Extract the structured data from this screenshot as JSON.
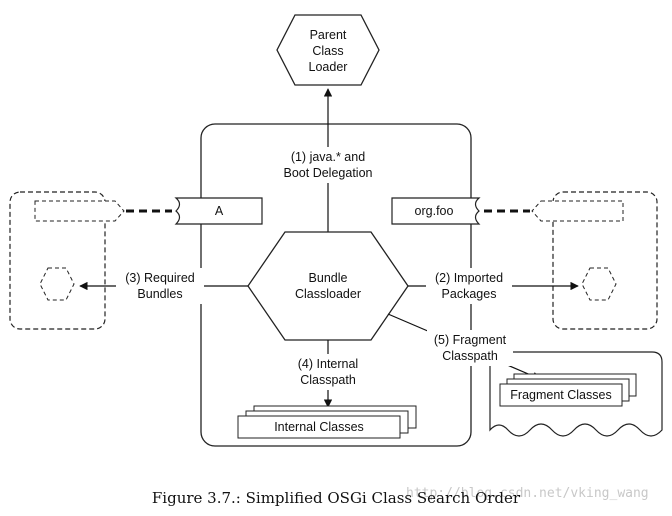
{
  "parent_loader": {
    "line1": "Parent",
    "line2": "Class",
    "line3": "Loader"
  },
  "delegation": {
    "line1": "(1) java.* and",
    "line2": "Boot Delegation"
  },
  "bundle_loader": {
    "line1": "Bundle",
    "line2": "Classloader"
  },
  "required": {
    "line1": "(3) Required",
    "line2": "Bundles"
  },
  "imported": {
    "line1": "(2) Imported",
    "line2": "Packages"
  },
  "internal_cp": {
    "line1": "(4) Internal",
    "line2": "Classpath"
  },
  "fragment_cp": {
    "line1": "(5) Fragment",
    "line2": "Classpath"
  },
  "tags": {
    "left": "A",
    "right": "org.foo"
  },
  "internal_classes": "Internal Classes",
  "fragment_classes": "Fragment Classes",
  "caption": "Figure 3.7.: Simplified OSGi Class Search Order",
  "watermark": "http://blog.csdn.net/vking_wang"
}
